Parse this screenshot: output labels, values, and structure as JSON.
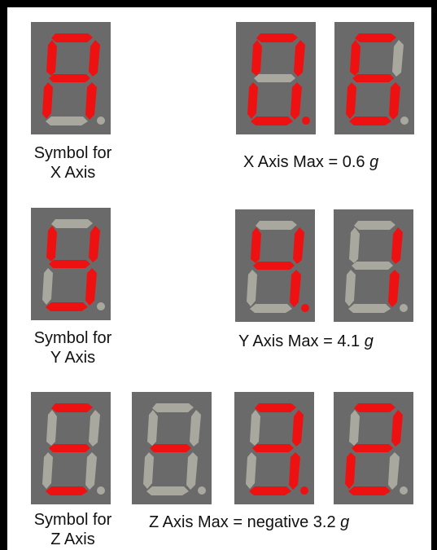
{
  "colors": {
    "panel": "#6a6a6a",
    "segment_on": "#ee1111",
    "segment_off": "#a9a89e",
    "text": "#111111"
  },
  "groups": [
    {
      "id": "x",
      "symbol_caption": [
        "Symbol for",
        "X Axis"
      ],
      "max_caption": {
        "text": "X Axis Max = 0.6 ",
        "unit": "g"
      },
      "displays": [
        {
          "role": "symbol",
          "segments": [
            "a",
            "b",
            "c",
            "e",
            "f",
            "g"
          ],
          "dp": false
        },
        {
          "role": "value",
          "segments": [
            "a",
            "b",
            "c",
            "d",
            "e",
            "f"
          ],
          "dp": true
        },
        {
          "role": "value",
          "segments": [
            "a",
            "c",
            "d",
            "e",
            "f",
            "g"
          ],
          "dp": false
        }
      ]
    },
    {
      "id": "y",
      "symbol_caption": [
        "Symbol for",
        "Y Axis"
      ],
      "max_caption": {
        "text": "Y Axis Max = 4.1 ",
        "unit": "g"
      },
      "displays": [
        {
          "role": "symbol",
          "segments": [
            "b",
            "c",
            "d",
            "f",
            "g"
          ],
          "dp": false
        },
        {
          "role": "value",
          "segments": [
            "b",
            "c",
            "f",
            "g"
          ],
          "dp": true
        },
        {
          "role": "value",
          "segments": [
            "b",
            "c"
          ],
          "dp": false
        }
      ]
    },
    {
      "id": "z",
      "symbol_caption": [
        "Symbol for",
        "Z Axis"
      ],
      "max_caption": {
        "text": "Z Axis Max =  negative 3.2 ",
        "unit": "g"
      },
      "displays": [
        {
          "role": "symbol",
          "segments": [
            "a",
            "d",
            "g"
          ],
          "dp": false
        },
        {
          "role": "value",
          "segments": [
            "g"
          ],
          "dp": false
        },
        {
          "role": "value",
          "segments": [
            "a",
            "b",
            "c",
            "d",
            "g"
          ],
          "dp": true
        },
        {
          "role": "value",
          "segments": [
            "a",
            "b",
            "d",
            "e",
            "g"
          ],
          "dp": false
        }
      ]
    }
  ]
}
